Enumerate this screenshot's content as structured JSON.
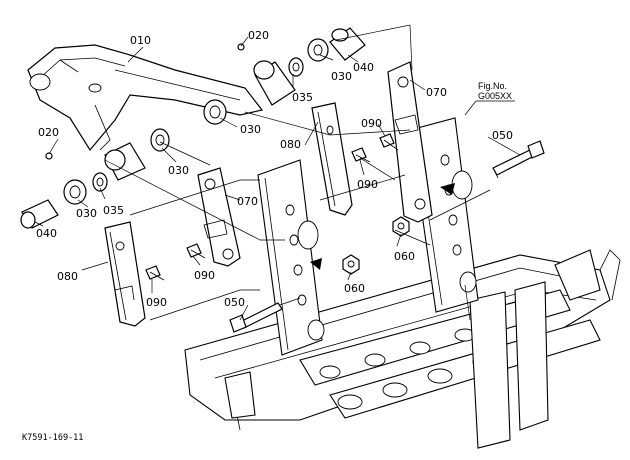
{
  "figure_ref": {
    "line1": "Fig.No.",
    "line2": "G005XX"
  },
  "drawing_code": "K7591-169-11",
  "callouts": {
    "c010": "010",
    "c020a": "020",
    "c020b": "020",
    "c030a": "030",
    "c030b": "030",
    "c030c": "030",
    "c030d": "030",
    "c035a": "035",
    "c035b": "035",
    "c040a": "040",
    "c040b": "040",
    "c050a": "050",
    "c050b": "050",
    "c060a": "060",
    "c060b": "060",
    "c070a": "070",
    "c070b": "070",
    "c080a": "080",
    "c080b": "080",
    "c090a": "090",
    "c090b": "090",
    "c090c": "090",
    "c090d": "090"
  }
}
